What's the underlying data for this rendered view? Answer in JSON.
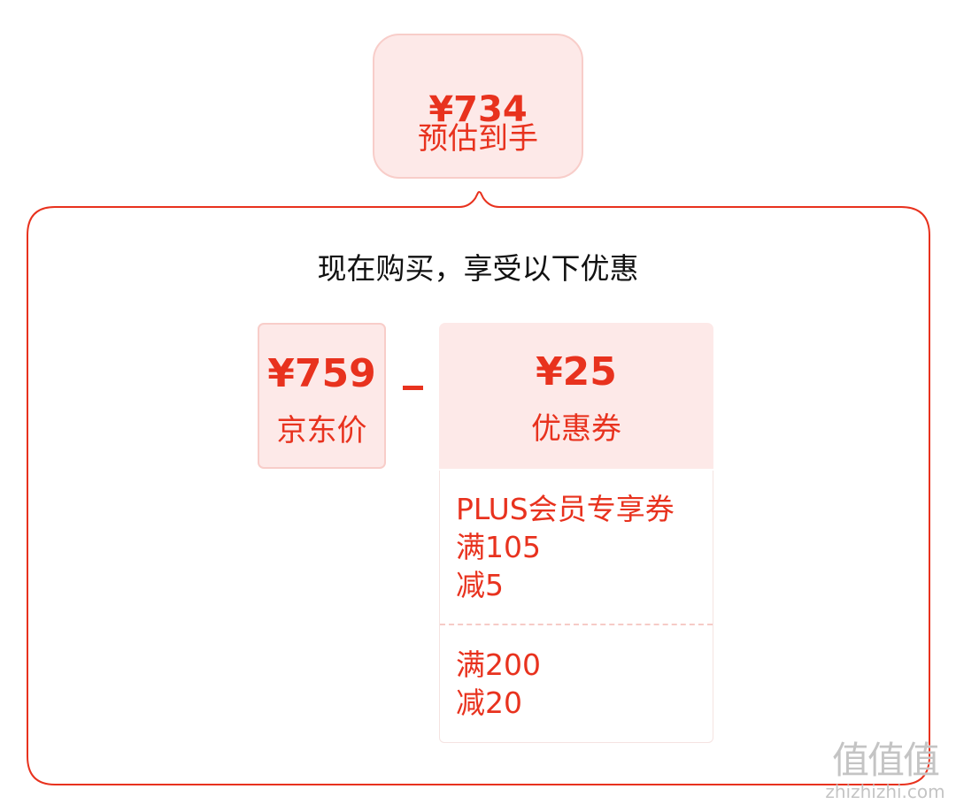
{
  "estimate": {
    "price": "¥734",
    "label": "预估到手"
  },
  "panel": {
    "title": "现在购买，享受以下优惠"
  },
  "jd_price": {
    "value": "¥759",
    "label": "京东价"
  },
  "operator": "minus",
  "coupon_total": {
    "value": "¥25",
    "label": "优惠券"
  },
  "coupons": [
    {
      "lines": [
        "PLUS会员专享券",
        "满105",
        "减5"
      ]
    },
    {
      "lines": [
        "满200",
        "减20"
      ]
    }
  ],
  "watermark": {
    "glyphs": "值值值",
    "domain": "zhizhizhi.com"
  },
  "colors": {
    "accent": "#e8321e",
    "badge_bg": "#fde9e8",
    "badge_border": "#f8cdc9",
    "panel_border": "#e8321e"
  }
}
